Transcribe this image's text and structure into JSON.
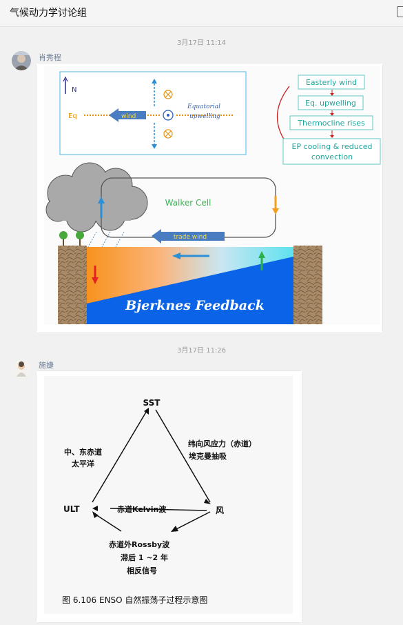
{
  "header": {
    "title": "气候动力学讨论组"
  },
  "messages": [
    {
      "time": "3月17日 11:14",
      "sender": "肖秀程",
      "image": {
        "north": "N",
        "eq": "Eq",
        "wind": "wind",
        "upwelling_1": "Equatorial",
        "upwelling_2": "upwelling",
        "chain": [
          "Easterly wind",
          "Eq. upwelling",
          "Thermocline rises",
          "EP cooling & reduced",
          "convection"
        ],
        "walker": "Walker Cell",
        "trade": "trade wind",
        "bjerknes": "Bjerknes Feedback"
      }
    },
    {
      "time": "3月17日 11:26",
      "sender": "施婕",
      "image": {
        "sst": "SST",
        "central_pacific_1": "中、东赤道",
        "central_pacific_2": "太平洋",
        "stress_1": "纬向风应力（赤道）",
        "stress_2": "埃克曼抽吸",
        "ult": "ULT",
        "kelvin": "赤道Kelvin波",
        "wind": "风",
        "rossby_1": "赤道外Rossby波",
        "rossby_2": "滞后 1 ~2 年",
        "rossby_3": "相反信号",
        "caption": "图 6.106    ENSO  自然振荡子过程示意图"
      }
    }
  ]
}
